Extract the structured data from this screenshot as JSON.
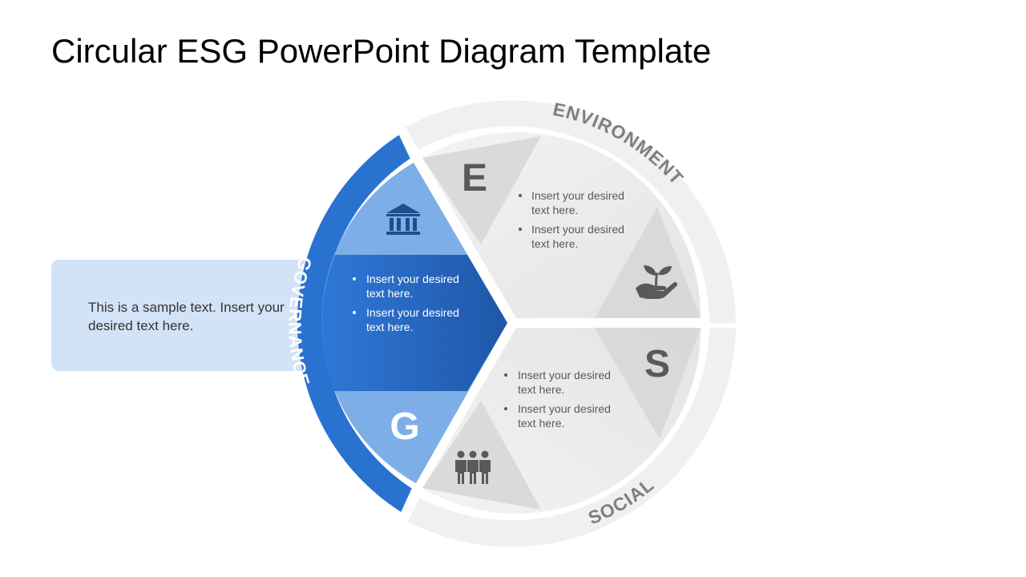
{
  "title": "Circular ESG PowerPoint Diagram Template",
  "callout": {
    "text": "This is a sample text. Insert your desired text here."
  },
  "ring_labels": {
    "environment": "ENVIRONMENT",
    "social": "SOCIAL",
    "governance": "GOVERNANCE"
  },
  "letters": {
    "environment": "E",
    "social": "S",
    "governance": "G"
  },
  "bullets": {
    "governance": [
      [
        "Insert your desired",
        "text here."
      ],
      [
        "Insert your desired",
        "text here."
      ]
    ],
    "environment": [
      [
        "Insert your desired",
        "text here."
      ],
      [
        "Insert your desired",
        "text here."
      ]
    ],
    "social": [
      [
        "Insert your desired",
        "text here."
      ],
      [
        "Insert your desired",
        "text here."
      ]
    ]
  },
  "icons": {
    "governance": "bank-building-icon",
    "environment": "plant-in-hand-icon",
    "social": "people-group-icon"
  },
  "colors": {
    "governance_ring": "#2a72d0",
    "governance_dark": "#1f5fb8",
    "governance_light": "#7eaee8",
    "gray_ring": "#f0f0f0",
    "gray_dark": "#d6d6d6",
    "gray_light": "#ececec",
    "label_gray": "#7f7f7f",
    "letter_gray": "#595959"
  }
}
